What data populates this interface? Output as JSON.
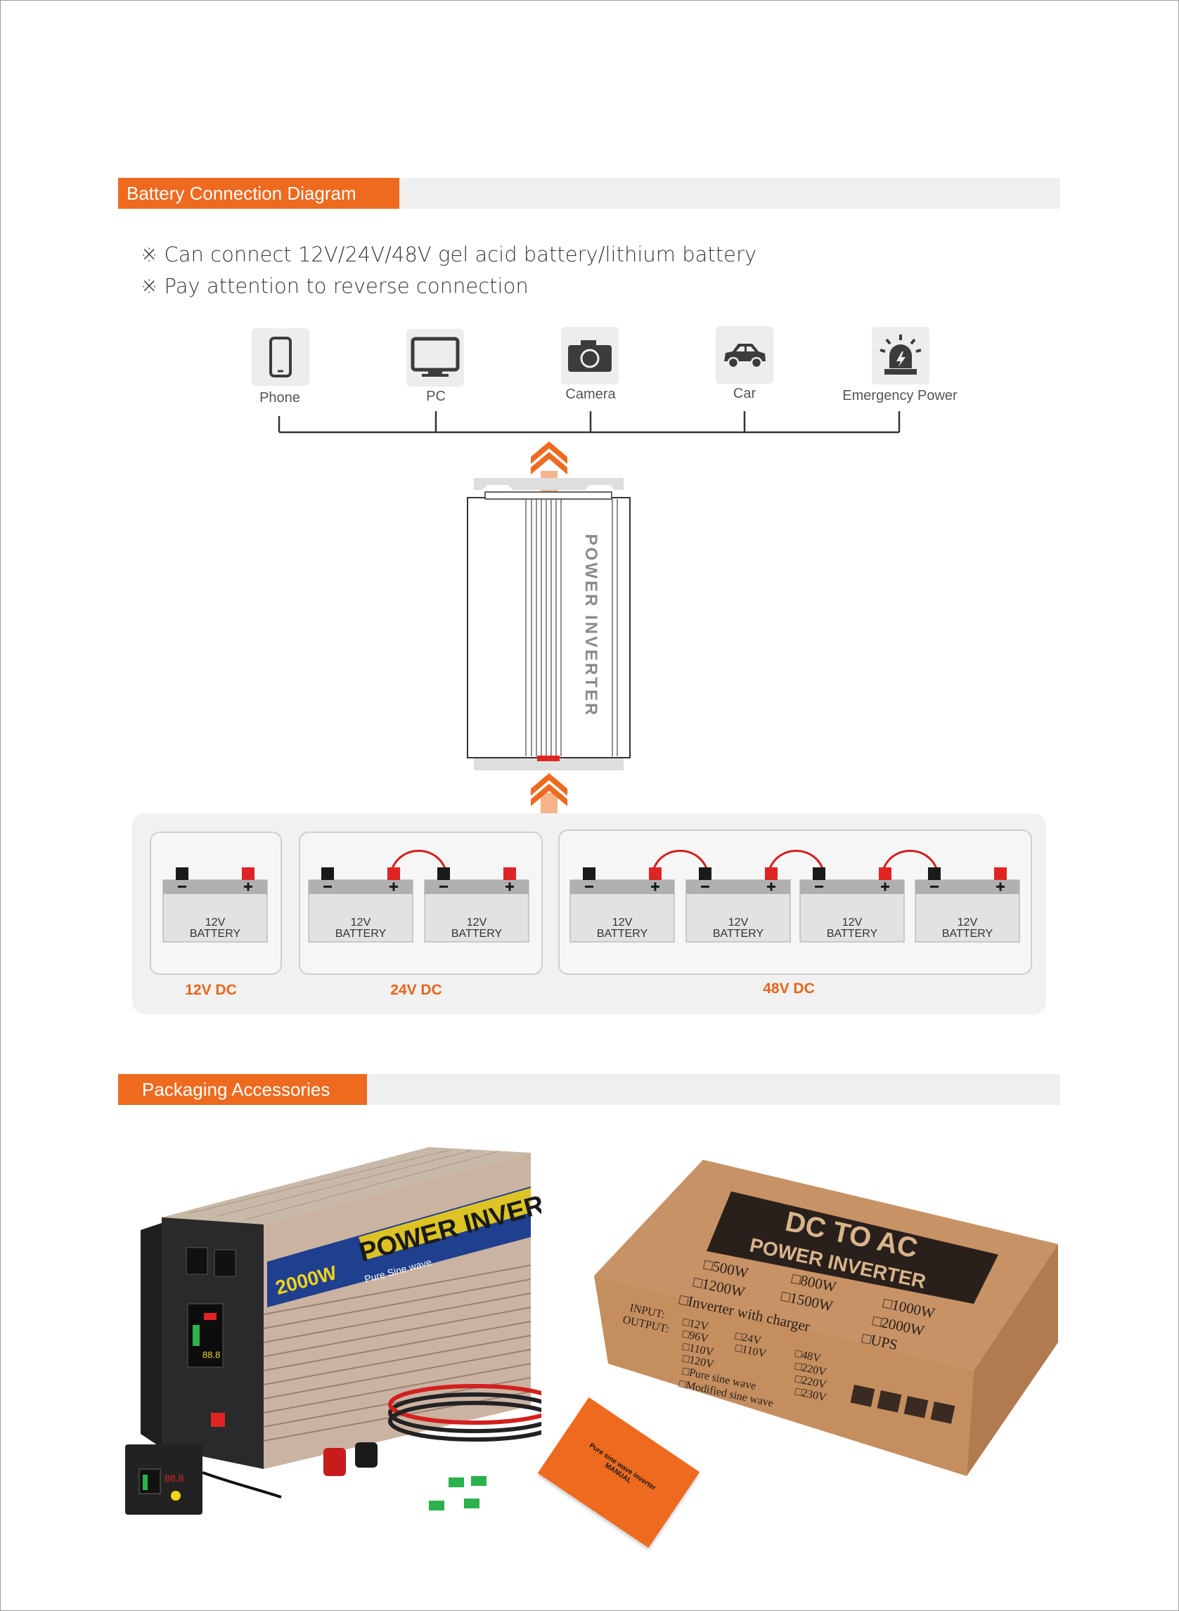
{
  "section1": {
    "title": "Battery Connection Diagram"
  },
  "notes": {
    "mark": "※",
    "line1": "Can connect 12V/24V/48V gel acid battery/lithium battery",
    "line2": "Pay attention to reverse connection"
  },
  "devices": [
    {
      "label": "Phone",
      "icon": "phone-icon"
    },
    {
      "label": "PC",
      "icon": "monitor-icon"
    },
    {
      "label": "Camera",
      "icon": "camera-icon"
    },
    {
      "label": "Car",
      "icon": "car-icon"
    },
    {
      "label": "Emergency Power",
      "icon": "emergency-light-icon"
    }
  ],
  "inverter": {
    "label": "POWER INVERTER"
  },
  "battery": {
    "voltage": "12V",
    "name": "BATTERY"
  },
  "groups": [
    {
      "label": "12V DC",
      "count": 1
    },
    {
      "label": "24V DC",
      "count": 2
    },
    {
      "label": "48V DC",
      "count": 4
    }
  ],
  "section2": {
    "title": "Packaging Accessories"
  },
  "product": {
    "brand_text": "POWER  INVERTER",
    "wattage": "2000W",
    "subtitle": "Pure Sine wave",
    "remote_display": "88.8"
  },
  "box": {
    "title": "DC TO AC",
    "subtitle": "POWER INVERTER",
    "options": [
      "□500W",
      "□800W",
      "□1000W",
      "□1200W",
      "□1500W",
      "□2000W",
      "□Inverter with charger",
      "□UPS"
    ],
    "input_label": "INPUT:",
    "output_label": "OUTPUT:",
    "inputs": [
      "□12V",
      "□24V",
      "□48V",
      "□96V"
    ],
    "outputs": [
      "□110V",
      "□120V",
      "□220V",
      "□230V"
    ],
    "waves": [
      "□Pure sine wave",
      "□Modified sine wave"
    ]
  },
  "manual": {
    "text": "Pure sine wave inverter MANUAL"
  },
  "colors": {
    "accent": "#ee6a1f",
    "terminal_neg": "#1a1a1a",
    "terminal_pos": "#e02424"
  }
}
